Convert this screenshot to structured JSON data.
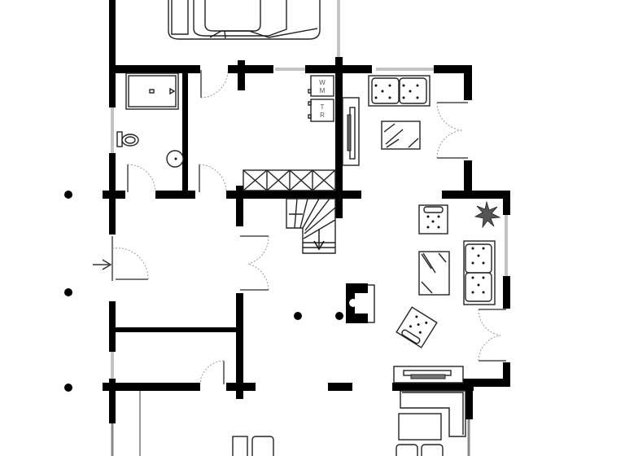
{
  "plan": {
    "type": "floor-plan",
    "rooms": [
      {
        "id": "garage",
        "furniture": [
          "car"
        ]
      },
      {
        "id": "bathroom",
        "furniture": [
          "shower",
          "toilet",
          "sink"
        ]
      },
      {
        "id": "utility-room",
        "furniture": [
          "washing-machine",
          "tumble-dryer"
        ]
      },
      {
        "id": "hallway",
        "furniture": [
          "staircase",
          "built-in-cabinets"
        ]
      },
      {
        "id": "entrance",
        "furniture": []
      },
      {
        "id": "living-room",
        "furniture": [
          "sofa-2-seat-top",
          "coffee-table-top",
          "tv-unit",
          "armchair",
          "coffee-table-side",
          "sofa-2-seat-right",
          "armchair-rotated",
          "plant",
          "fireplace"
        ]
      },
      {
        "id": "dining-kitchen",
        "furniture": [
          "sideboard",
          "l-counter",
          "table",
          "chairs"
        ]
      },
      {
        "id": "storage",
        "furniture": []
      }
    ],
    "appliance_labels": {
      "washing_machine": [
        "W",
        "M"
      ],
      "tumble_dryer": [
        "T",
        "R"
      ]
    },
    "entrance_arrow": "arrow-right",
    "stair_direction": "arrow-down",
    "colors": {
      "wall": "#000000",
      "window": "#888888",
      "background": "#ffffff"
    }
  }
}
